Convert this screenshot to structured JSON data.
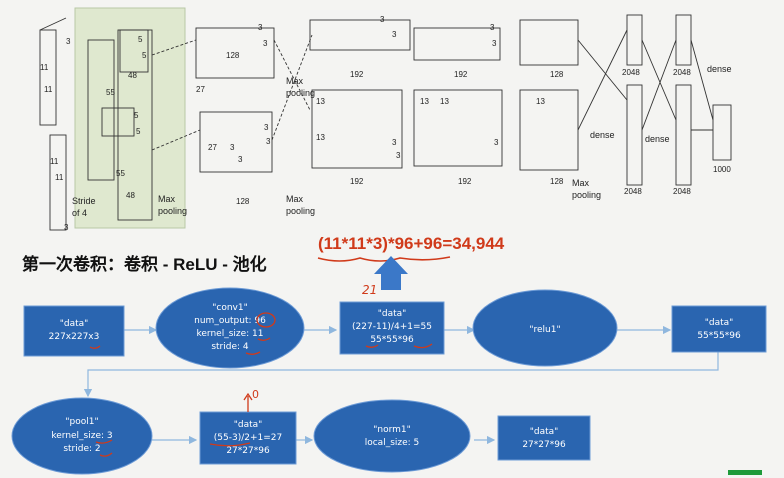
{
  "architecture": {
    "top_labels": [
      "3",
      "11",
      "11",
      "5",
      "5",
      "3",
      "3",
      "3",
      "3",
      "3",
      "3",
      "48",
      "55",
      "128",
      "192",
      "192",
      "128",
      "2048",
      "2048",
      "dense",
      "27",
      "Max",
      "pooling"
    ],
    "bottom_labels": [
      "11",
      "11",
      "5",
      "5",
      "55",
      "13",
      "13",
      "13",
      "13",
      "13",
      "3",
      "3",
      "3",
      "3",
      "3",
      "27",
      "3",
      "3",
      "dense",
      "dense",
      "1000",
      "Stride",
      "of 4",
      "3",
      "Max",
      "pooling",
      "48",
      "128",
      "Max",
      "pooling",
      "192",
      "192",
      "128",
      "Max",
      "pooling",
      "2048",
      "2048"
    ]
  },
  "heading": "第一次卷积：卷积 - ReLU - 池化",
  "formula": "(11*11*3)*96+96=34,944",
  "annotations": {
    "mark_21": "21",
    "mark_0": "0"
  },
  "nodes": {
    "data1": [
      "\"data\"",
      "227x227x3"
    ],
    "conv1": [
      "\"conv1\"",
      "num_output: 96",
      "kernel_size: 11",
      "stride: 4"
    ],
    "data2": [
      "\"data\"",
      "(227-11)/4+1=55",
      "55*55*96"
    ],
    "relu1": [
      "\"relu1\""
    ],
    "data3": [
      "\"data\"",
      "55*55*96"
    ],
    "pool1": [
      "\"pool1\"",
      "kernel_size: 3",
      "stride: 2"
    ],
    "data4": [
      "\"data\"",
      "(55-3)/2+1=27",
      "27*27*96"
    ],
    "norm1": [
      "\"norm1\"",
      "local_size: 5"
    ],
    "data5": [
      "\"data\"",
      "27*27*96"
    ]
  },
  "colors": {
    "node_fill": "#2a65b0",
    "node_stroke": "#6d9bd6",
    "annotation_red": "#d03a1a",
    "arrow_blue": "#3b78c8",
    "connector": "#8fb7de",
    "highlight": "#dfe8cf"
  }
}
